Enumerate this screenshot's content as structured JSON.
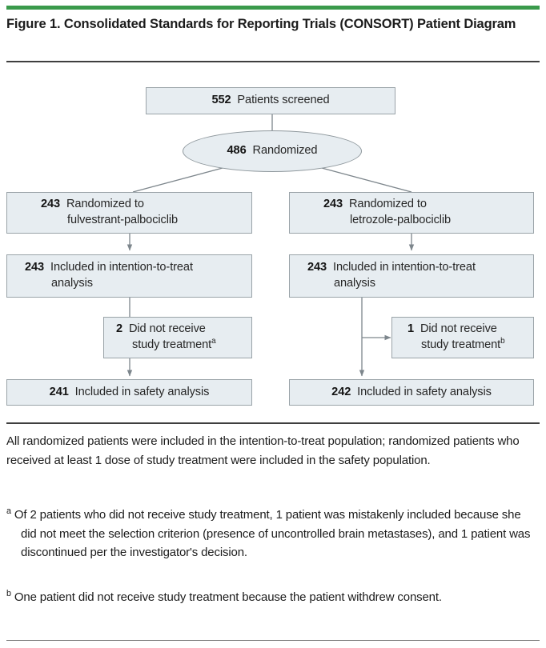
{
  "figure": {
    "title": "Figure 1. Consolidated Standards for Reporting Trials (CONSORT) Patient Diagram",
    "accent_color": "#3a9a4b",
    "node_fill": "#e7edf1",
    "node_border": "#9aa3a8"
  },
  "diagram": {
    "screened": {
      "count": "552",
      "label": "Patients screened"
    },
    "randomized": {
      "count": "486",
      "label": "Randomized"
    },
    "arms": [
      {
        "id": "fulvestrant",
        "allocation": {
          "count": "243",
          "line1": "Randomized to",
          "line2": "fulvestrant-palbociclib"
        },
        "itt": {
          "count": "243",
          "line1": "Included in intention-to-treat",
          "line2": "analysis"
        },
        "excluded": {
          "count": "2",
          "line1": "Did not receive",
          "line2": "study treatment",
          "footnote_mark": "a"
        },
        "safety": {
          "count": "241",
          "label": "Included in safety analysis"
        }
      },
      {
        "id": "letrozole",
        "allocation": {
          "count": "243",
          "line1": "Randomized to",
          "line2": "letrozole-palbociclib"
        },
        "itt": {
          "count": "243",
          "line1": "Included in intention-to-treat",
          "line2": "analysis"
        },
        "excluded": {
          "count": "1",
          "line1": "Did not receive",
          "line2": "study treatment",
          "footnote_mark": "b"
        },
        "safety": {
          "count": "242",
          "label": "Included in safety analysis"
        }
      }
    ]
  },
  "caption": {
    "body": "All randomized patients were included in the intention-to-treat population; randomized patients who received at least 1 dose of study treatment were included in the safety population.",
    "footnotes": [
      {
        "mark": "a",
        "text": "Of 2 patients who did not receive study treatment, 1 patient was mistakenly included because she did not meet the selection criterion (presence of uncontrolled brain metastases), and 1 patient was discontinued per the investigator's decision."
      },
      {
        "mark": "b",
        "text": "One patient did not receive study treatment because the patient withdrew consent."
      }
    ]
  }
}
